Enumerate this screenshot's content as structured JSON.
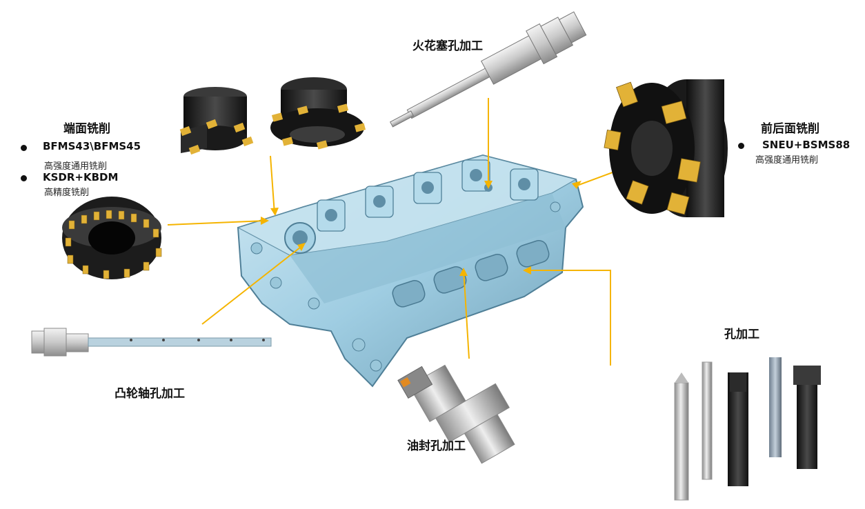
{
  "labels": {
    "spark_plug_hole": "火花塞孔加工",
    "end_face_milling": "端面铣削",
    "front_rear_milling": "前后面铣削",
    "camshaft_hole": "凸轮轴孔加工",
    "oil_seal_hole": "油封孔加工",
    "hole_machining": "孔加工"
  },
  "end_face_tools": [
    {
      "model": "BFMS43\\BFMS45",
      "desc": "高强度通用铣削"
    },
    {
      "model": "KSDR+KBDM",
      "desc": "高精度铣削"
    }
  ],
  "front_rear_tool": {
    "model": "SNEU+BSMS88",
    "desc": "高强度通用铣削"
  },
  "colors": {
    "arrow": "#f5b400",
    "head": "#a9d3e6",
    "head_dark": "#6e9db5",
    "insert": "#e2b237",
    "tool_dark": "#1d1d1d"
  }
}
